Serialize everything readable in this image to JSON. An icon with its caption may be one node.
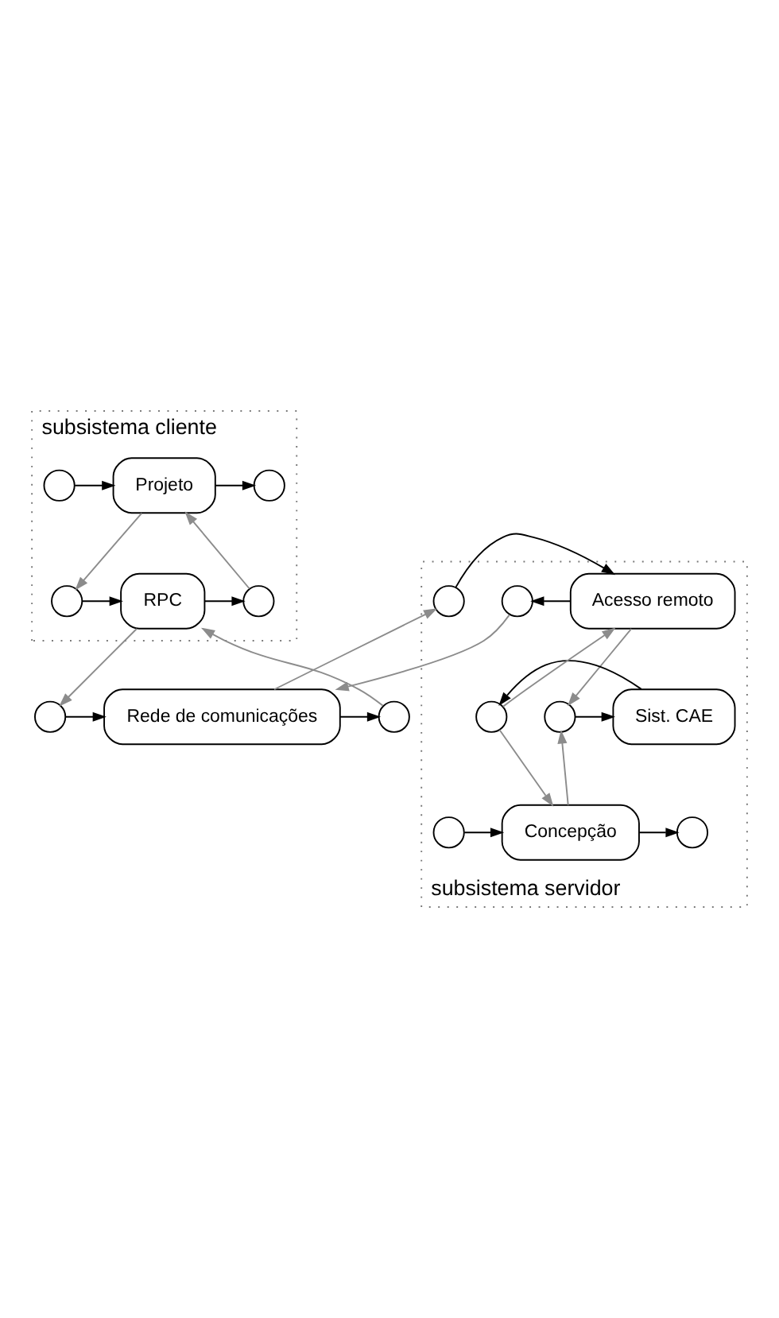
{
  "diagram": {
    "nodes": [
      {
        "text": [
          "subsistema cliente"
        ]
      },
      {
        "text": [],
        "shape": "circle",
        "in": 0
      },
      {
        "text": [
          "Projeto"
        ],
        "in": 0
      },
      {
        "text": [],
        "shape": "circle",
        "in": 0
      },
      {
        "text": [],
        "shape": "circle",
        "in": 0
      },
      {
        "text": [
          "RPC"
        ],
        "in": 0
      },
      {
        "text": [],
        "shape": "circle",
        "in": 0
      },
      {
        "text": [],
        "shape": "circle"
      },
      {
        "text": [
          "Rede de comunicações"
        ]
      },
      {
        "text": [],
        "shape": "circle"
      },
      {
        "text": [
          "subsistema servidor"
        ]
      },
      {
        "text": [],
        "shape": "circle",
        "in": 10
      },
      {
        "text": [
          "Acesso remoto"
        ],
        "in": 10
      },
      {
        "text": [],
        "shape": "circle",
        "in": 10
      },
      {
        "text": [],
        "shape": "circle",
        "in": 10
      },
      {
        "text": [
          "Sist. CAE"
        ],
        "in": 10
      },
      {
        "text": [],
        "shape": "circle",
        "in": 10
      },
      {
        "text": [],
        "shape": "circle",
        "in": 10
      },
      {
        "text": [
          "Concepção"
        ],
        "in": 10
      },
      {
        "text": [],
        "shape": "circle",
        "in": 10
      }
    ],
    "edges": [
      {
        "from": 1,
        "to": 2,
        "arrow": "to"
      },
      {
        "from": 2,
        "to": 3,
        "arrow": "to"
      },
      {
        "from": 4,
        "to": 5,
        "arrow": "to"
      },
      {
        "from": 5,
        "to": 6,
        "arrow": "to"
      },
      {
        "from": 7,
        "to": 8,
        "arrow": "to"
      },
      {
        "from": 8,
        "to": 9,
        "arrow": "to"
      },
      {
        "from": 11,
        "to": 12,
        "arrow": "to"
      },
      {
        "from": 12,
        "to": 13,
        "arrow": "to"
      },
      {
        "from": 14,
        "to": 15,
        "arrow": "to"
      },
      {
        "from": 15,
        "to": 16,
        "arrow": "to"
      },
      {
        "from": 17,
        "to": 18,
        "arrow": "to"
      },
      {
        "from": 18,
        "to": 19,
        "arrow": "to"
      },
      {
        "from": 2,
        "to": 4,
        "arrow": "to",
        "color": "#8c8c8c"
      },
      {
        "from": 6,
        "to": 2,
        "arrow": "to",
        "color": "#8c8c8c"
      },
      {
        "from": 5,
        "to": 7,
        "arrow": "to",
        "color": "#8c8c8c"
      },
      {
        "from": 9,
        "to": 5,
        "arrow": "to",
        "color": "#8c8c8c"
      },
      {
        "from": 8,
        "to": 11,
        "arrow": "to",
        "color": "#8c8c8c"
      },
      {
        "from": 13,
        "to": 8,
        "arrow": "to",
        "color": "#8c8c8c"
      },
      {
        "from": 12,
        "to": 14,
        "arrow": "to",
        "color": "#8c8c8c"
      },
      {
        "from": 16,
        "to": 12,
        "arrow": "to",
        "color": "#8c8c8c"
      },
      {
        "from": 16,
        "to": 18,
        "arrow": "to",
        "color": "#8c8c8c"
      },
      {
        "from": 18,
        "to": 14,
        "arrow": "to",
        "color": "#8c8c8c"
      }
    ]
  }
}
